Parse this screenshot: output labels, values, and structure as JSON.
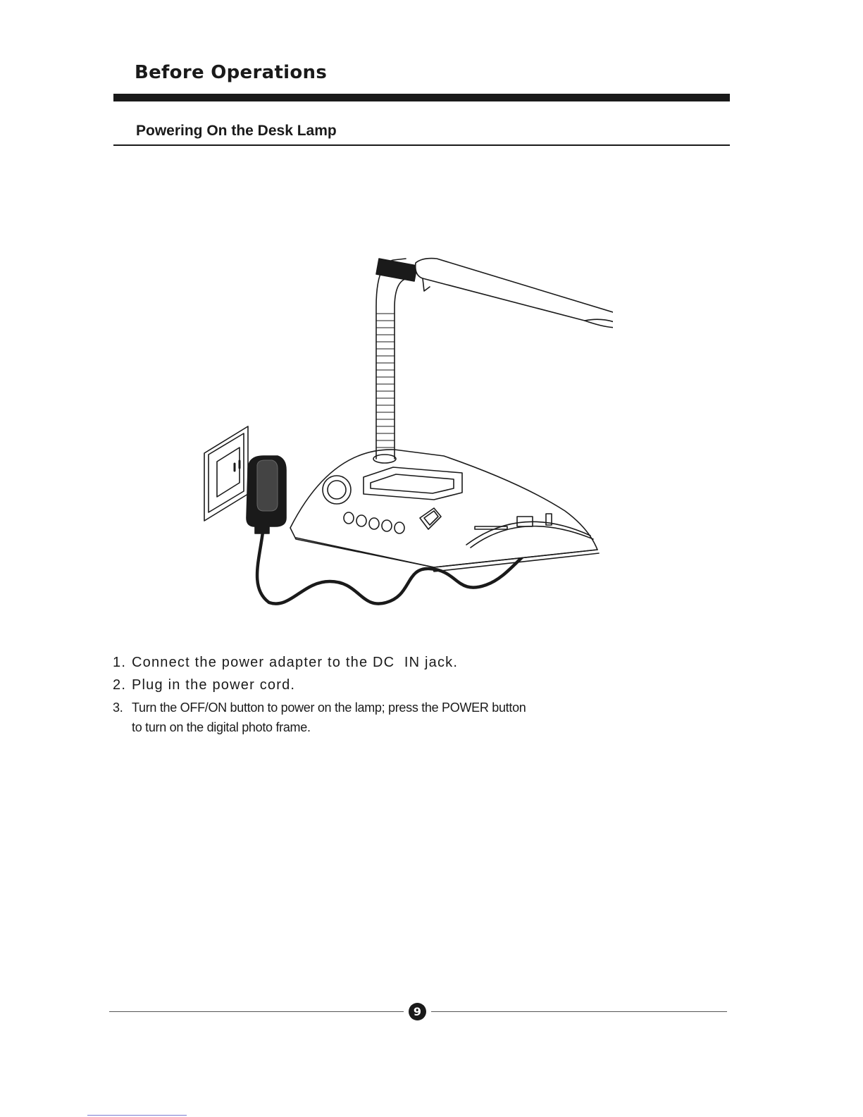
{
  "header": {
    "section_title": "Before Operations",
    "subsection_title": "Powering On the Desk Lamp"
  },
  "illustration": {
    "subject": "desk lamp with digital photo frame connected to wall outlet via power adapter",
    "icons": [
      "wall-outlet-icon",
      "power-adapter-icon",
      "desk-lamp-icon",
      "power-cord-icon"
    ]
  },
  "steps": [
    {
      "number": "1.",
      "text": "Connect the power adapter to the DC  IN jack."
    },
    {
      "number": "2.",
      "text": "Plug in the power cord."
    },
    {
      "number": "3.",
      "text": "Turn the OFF/ON button to power on the lamp; press the POWER button",
      "text_cont": "to turn on the digital photo frame."
    }
  ],
  "footer": {
    "page_number": "9"
  },
  "colors": {
    "ink": "#1a1a1a",
    "paper": "#ffffff"
  }
}
